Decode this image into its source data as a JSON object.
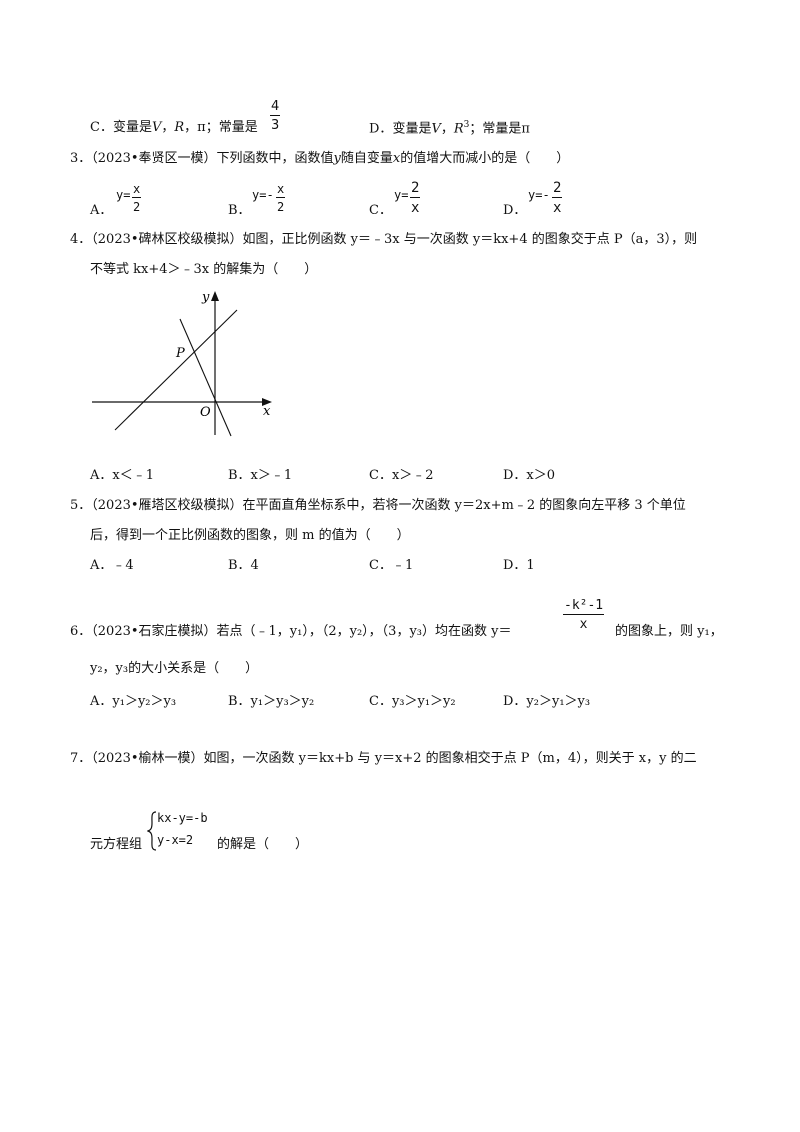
{
  "q2_options": {
    "C": {
      "label": "C．",
      "text": "变量是",
      "v": "V",
      "comma1": "，",
      "r": "R",
      "rest": "，π；常量是",
      "frac_num": "4",
      "frac_den": "3"
    },
    "D": {
      "label": "D．",
      "text": "变量是",
      "v": "V",
      "comma1": "，",
      "r": "R",
      "sup": "3",
      "rest": "；常量是π"
    }
  },
  "q3": {
    "stem": "3．（2023•奉贤区一模）下列函数中，函数值",
    "y": "y",
    "mid": "随自变量",
    "x": "x",
    "end": "的值增大而减小的是（　　）",
    "options": [
      {
        "label": "A．",
        "lhs": "y=",
        "num": "x",
        "den": "2"
      },
      {
        "label": "B．",
        "lhs": "y=-",
        "num": "x",
        "den": "2"
      },
      {
        "label": "C．",
        "lhs": "y=",
        "num": "2",
        "den": "x"
      },
      {
        "label": "D．",
        "lhs": "y=-",
        "num": "2",
        "den": "x"
      }
    ]
  },
  "q4": {
    "line1": "4．（2023•碑林区校级模拟）如图，正比例函数 y＝﹣3x 与一次函数 y＝kx+4 的图象交于点 P（a，3），则",
    "line2": "不等式 kx+4＞﹣3x 的解集为（　　）",
    "graph": {
      "y_label": "y",
      "x_label": "x",
      "p_label": "P",
      "o_label": "O"
    },
    "options": [
      "A．x＜﹣1",
      "B．x＞﹣1",
      "C．x＞﹣2",
      "D．x＞0"
    ]
  },
  "q5": {
    "line1": "5．（2023•雁塔区校级模拟）在平面直角坐标系中，若将一次函数 y＝2x+m﹣2 的图象向左平移 3 个单位",
    "line2": "后，得到一个正比例函数的图象，则 m 的值为（　　）",
    "options": [
      "A．﹣4",
      "B．4",
      "C．﹣1",
      "D．1"
    ]
  },
  "q6": {
    "line1_pre": "6．（2023•石家庄模拟）若点（﹣1，y₁），（2，y₂），（3，y₃）均在函数 y＝",
    "frac_num": "-k²-1",
    "frac_den": "x",
    "line1_post": "的图象上，则 y₁，",
    "line2": "y₂，y₃的大小关系是（　　）",
    "options": [
      "A．y₁＞y₂＞y₃",
      "B．y₁＞y₃＞y₂",
      "C．y₃＞y₁＞y₂",
      "D．y₂＞y₁＞y₃"
    ]
  },
  "q7": {
    "line1": "7．（2023•榆林一模）如图，一次函数 y＝kx+b 与 y＝x+2 的图象相交于点 P（m，4），则关于 x，y 的二",
    "pre": "元方程组",
    "eq1": "kx-y=-b",
    "eq2": "y-x=2",
    "post": "的解是（　　）"
  }
}
